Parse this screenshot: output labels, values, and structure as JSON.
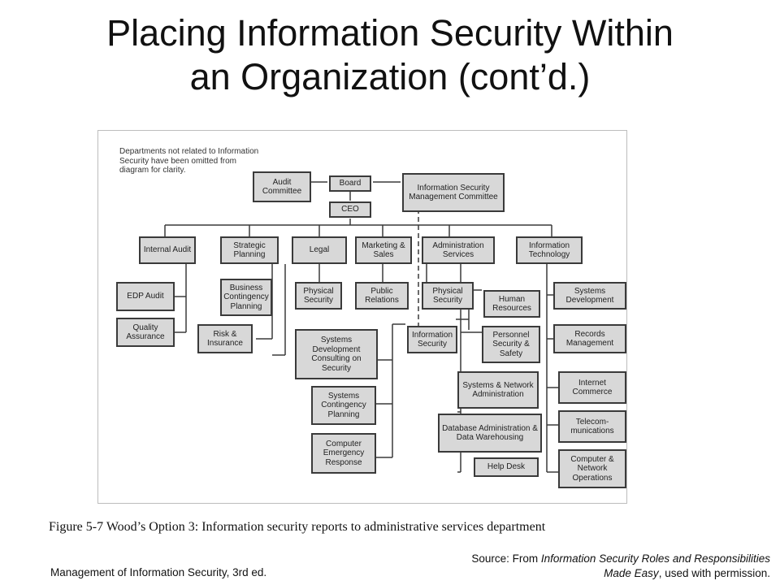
{
  "title": {
    "line1": "Placing Information Security Within",
    "line2": "an Organization (cont’d.)"
  },
  "diagram": {
    "note": "Departments not related to Information Security have been omitted from diagram for clarity.",
    "nodes": {
      "audit_committee": "Audit Committee",
      "board": "Board",
      "infosec_mgmt_committee": "Information Security Management Committee",
      "ceo": "CEO",
      "internal_audit": "Internal Audit",
      "strategic_planning": "Strategic Planning",
      "legal": "Legal",
      "marketing_sales": "Marketing & Sales",
      "administration_services": "Administration Services",
      "information_technology": "Information Technology",
      "edp_audit": "EDP Audit",
      "quality_assurance": "Quality Assurance",
      "business_contingency_planning": "Business Contingency Planning",
      "risk_insurance": "Risk & Insurance",
      "legal_physical_security": "Physical Security",
      "public_relations": "Public Relations",
      "admin_physical_security": "Physical Security",
      "human_resources": "Human Resources",
      "systems_development_consulting": "Systems Development Consulting on Security",
      "information_security": "Information Security",
      "personnel_security_safety": "Personnel Security & Safety",
      "systems_contingency_planning": "Systems Contingency Planning",
      "computer_emergency_response": "Computer Emergency Response",
      "systems_network_administration": "Systems & Network Administration",
      "database_admin_warehousing": "Database Administration & Data Warehousing",
      "help_desk": "Help Desk",
      "systems_development": "Systems Development",
      "records_management": "Records Management",
      "internet_commerce": "Internet Commerce",
      "telecommunications": "Telecom-munications",
      "computer_network_operations": "Computer & Network Operations"
    }
  },
  "caption": "Figure 5-7 Wood’s Option 3: Information security reports to administrative services department",
  "footer": {
    "left": "Management of Information Security, 3rd ed.",
    "right_prefix": "Source: From ",
    "right_title": "Information Security Roles and Responsibilities Made Easy",
    "right_suffix": ", used with permission."
  }
}
